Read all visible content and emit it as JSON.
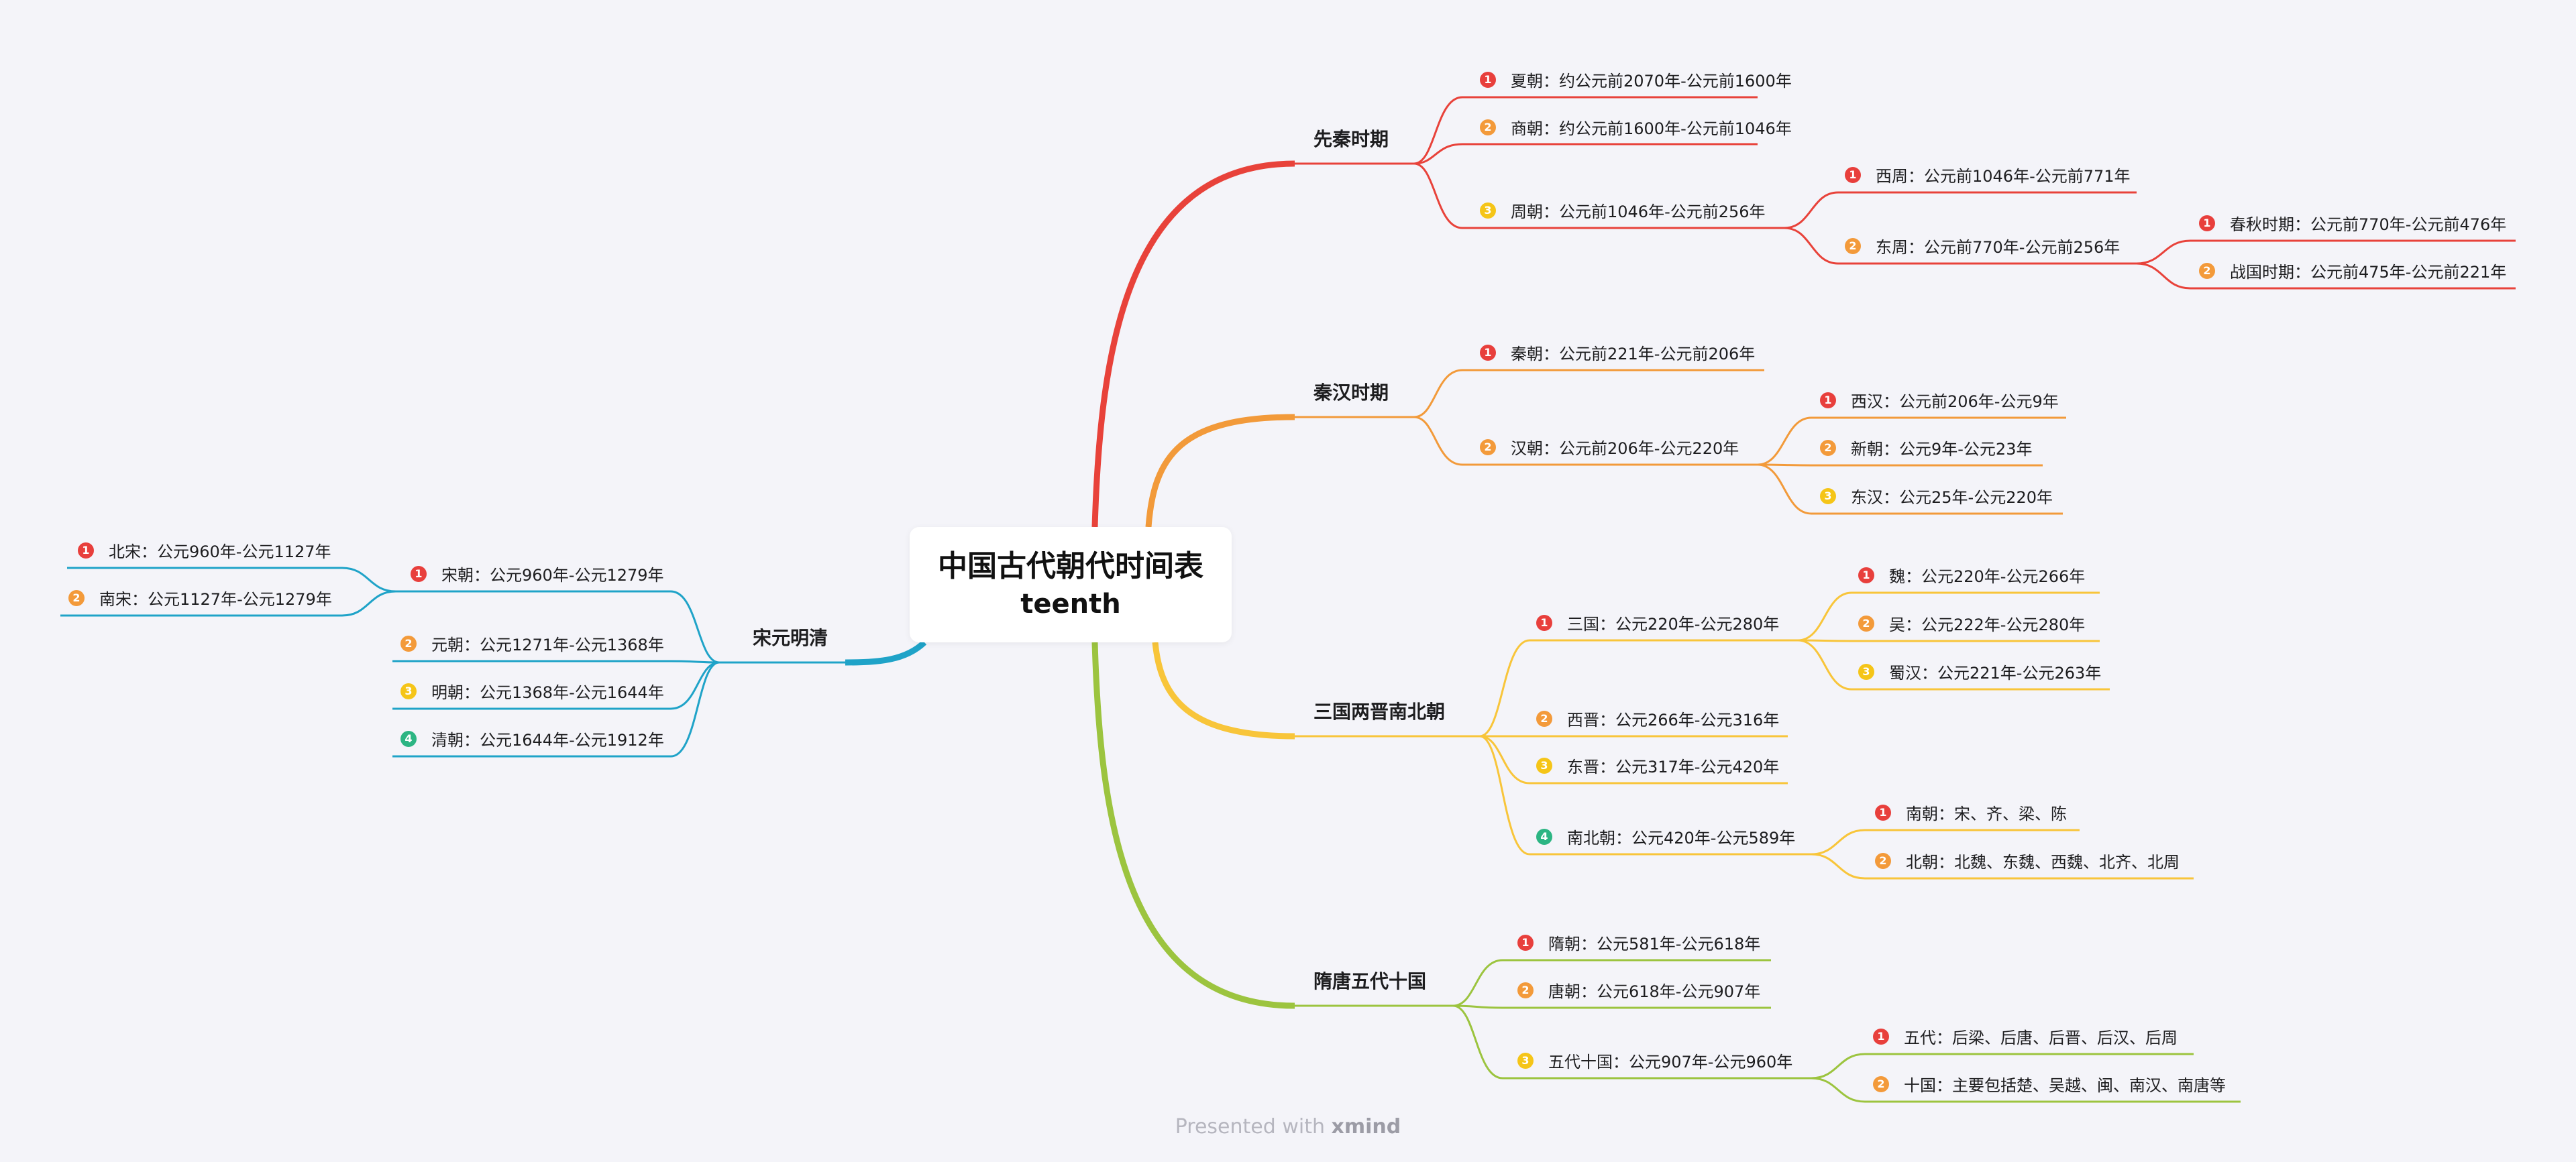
{
  "central": {
    "title": "中国古代朝代时间表",
    "subtitle": "teenth"
  },
  "footer": {
    "prefix": "Presented with",
    "brand": "xmind"
  },
  "colors": {
    "xianqin": "#e8423a",
    "qinhan": "#f29a3a",
    "sanguo": "#f8c53a",
    "suitang": "#9cc43f",
    "songyuan": "#1fa3c8",
    "badge1": "#e83f3c",
    "badge2": "#f39a3a",
    "badge3": "#f5c518",
    "badge4": "#2cb583",
    "background": "#f4f4f9"
  },
  "branches": {
    "xianqin": {
      "label": "先秦时期",
      "children": {
        "xia": {
          "num": "1",
          "label": "夏朝：约公元前2070年-公元前1600年"
        },
        "shang": {
          "num": "2",
          "label": "商朝：约公元前1600年-公元前1046年"
        },
        "zhou": {
          "num": "3",
          "label": "周朝：公元前1046年-公元前256年",
          "children": {
            "xizhou": {
              "num": "1",
              "label": "西周：公元前1046年-公元前771年"
            },
            "dongzhou": {
              "num": "2",
              "label": "东周：公元前770年-公元前256年",
              "children": {
                "chunqiu": {
                  "num": "1",
                  "label": "春秋时期：公元前770年-公元前476年"
                },
                "zhanguo": {
                  "num": "2",
                  "label": "战国时期：公元前475年-公元前221年"
                }
              }
            }
          }
        }
      }
    },
    "qinhan": {
      "label": "秦汉时期",
      "children": {
        "qin": {
          "num": "1",
          "label": "秦朝：公元前221年-公元前206年"
        },
        "han": {
          "num": "2",
          "label": "汉朝：公元前206年-公元220年",
          "children": {
            "xihan": {
              "num": "1",
              "label": "西汉：公元前206年-公元9年"
            },
            "xinchao": {
              "num": "2",
              "label": "新朝：公元9年-公元23年"
            },
            "donghan": {
              "num": "3",
              "label": "东汉：公元25年-公元220年"
            }
          }
        }
      }
    },
    "sanguo": {
      "label": "三国两晋南北朝",
      "children": {
        "sanguo": {
          "num": "1",
          "label": "三国：公元220年-公元280年",
          "children": {
            "wei": {
              "num": "1",
              "label": "魏：公元220年-公元266年"
            },
            "wu": {
              "num": "2",
              "label": "吴：公元222年-公元280年"
            },
            "shuhan": {
              "num": "3",
              "label": "蜀汉：公元221年-公元263年"
            }
          }
        },
        "xijin": {
          "num": "2",
          "label": "西晋：公元266年-公元316年"
        },
        "dongjin": {
          "num": "3",
          "label": "东晋：公元317年-公元420年"
        },
        "nanbeichao": {
          "num": "4",
          "label": "南北朝：公元420年-公元589年",
          "children": {
            "nanchao": {
              "num": "1",
              "label": "南朝：宋、齐、梁、陈"
            },
            "beichao": {
              "num": "2",
              "label": "北朝：北魏、东魏、西魏、北齐、北周"
            }
          }
        }
      }
    },
    "suitang": {
      "label": "隋唐五代十国",
      "children": {
        "sui": {
          "num": "1",
          "label": "隋朝：公元581年-公元618年"
        },
        "tang": {
          "num": "2",
          "label": "唐朝：公元618年-公元907年"
        },
        "wudai": {
          "num": "3",
          "label": "五代十国：公元907年-公元960年",
          "children": {
            "wudai5": {
              "num": "1",
              "label": "五代：后梁、后唐、后晋、后汉、后周"
            },
            "shiguo": {
              "num": "2",
              "label": "十国：主要包括楚、吴越、闽、南汉、南唐等"
            }
          }
        }
      }
    },
    "songyuan": {
      "label": "宋元明清",
      "children": {
        "song": {
          "num": "1",
          "label": "宋朝：公元960年-公元1279年",
          "children": {
            "beisong": {
              "num": "1",
              "label": "北宋：公元960年-公元1127年"
            },
            "nansong": {
              "num": "2",
              "label": "南宋：公元1127年-公元1279年"
            }
          }
        },
        "yuan": {
          "num": "2",
          "label": "元朝：公元1271年-公元1368年"
        },
        "ming": {
          "num": "3",
          "label": "明朝：公元1368年-公元1644年"
        },
        "qing": {
          "num": "4",
          "label": "清朝：公元1644年-公元1912年"
        }
      }
    }
  }
}
